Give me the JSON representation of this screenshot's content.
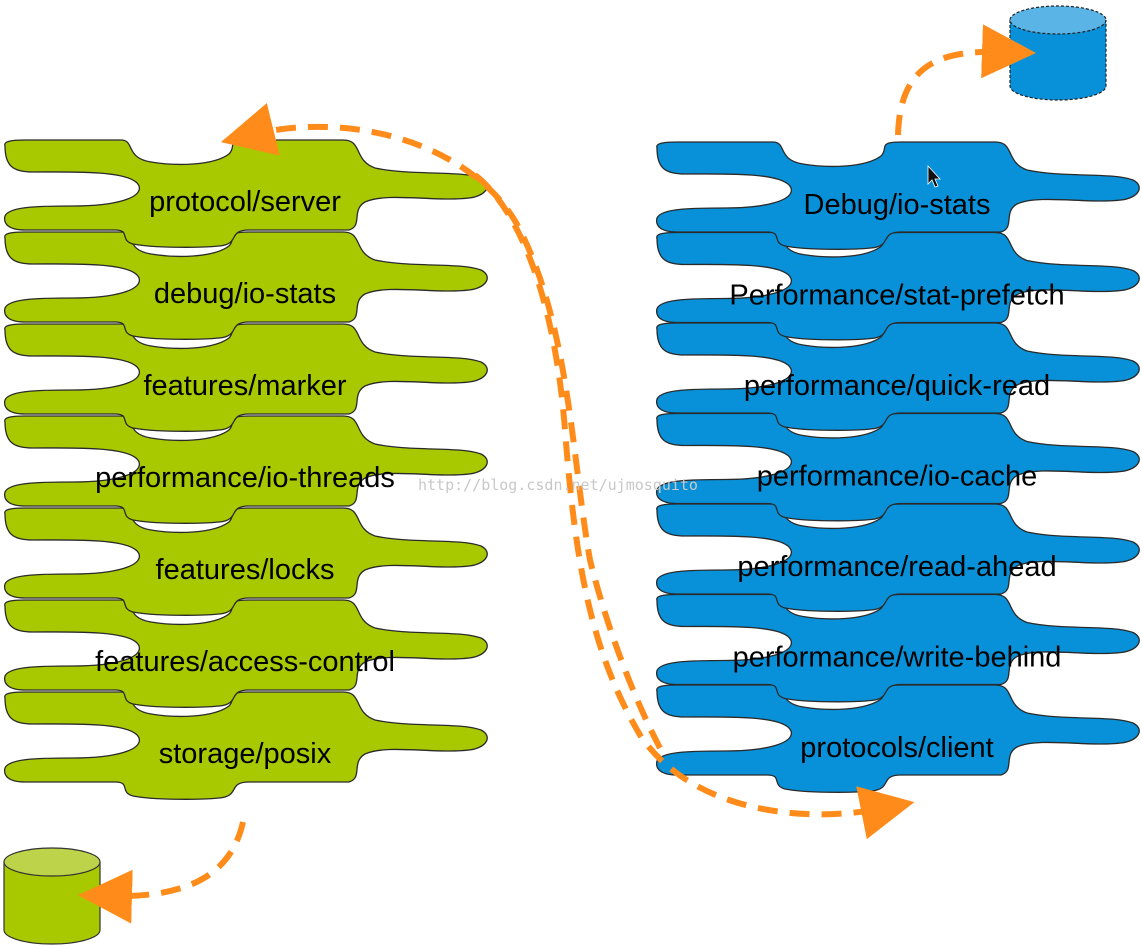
{
  "server_stack": {
    "color": "#a8c800",
    "layers": [
      "protocol/server",
      "debug/io-stats",
      "features/marker",
      "performance/io-threads",
      "features/locks",
      "features/access-control",
      "storage/posix"
    ]
  },
  "client_stack": {
    "color": "#0891d8",
    "layers": [
      "Debug/io-stats",
      "Performance/stat-prefetch",
      "performance/quick-read",
      "performance/io-cache",
      "performance/read-ahead",
      "performance/write-behind",
      "protocols/client"
    ]
  },
  "storage_colors": {
    "server_disk": "#a8c800",
    "client_disk": "#0891d8"
  },
  "arrow_color": "#ff8c1a",
  "watermark": "http://blog.csdn.net/ujmosquito"
}
